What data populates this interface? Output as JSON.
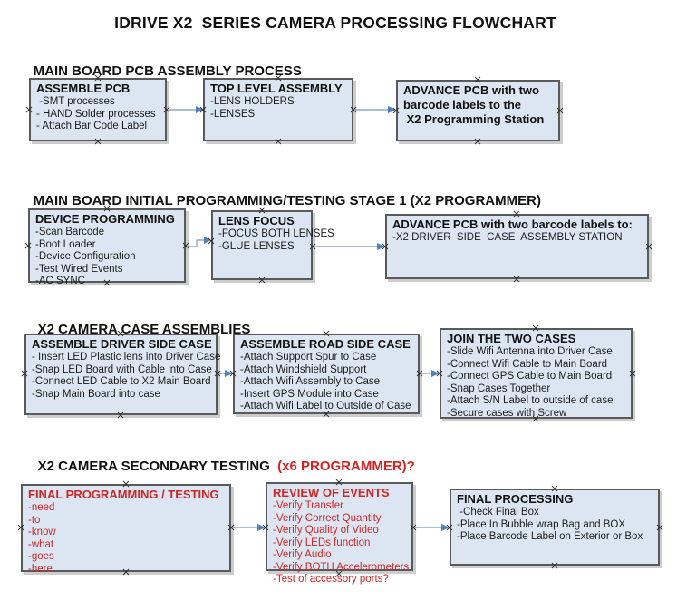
{
  "title": "IDRIVE X2  SERIES CAMERA PROCESSING FLOWCHART",
  "colors": {
    "box_fill": "#dce6f2",
    "box_border": "#5a5a5a",
    "arrow_line": "#8fa9cc",
    "arrow_head": "#4f81bd",
    "red_text": "#cf2626",
    "black_text": "#111111"
  },
  "icons": {
    "connector_handle": "x-cross",
    "arrow": "right-arrow"
  },
  "sections": [
    {
      "heading": "MAIN BOARD PCB ASSEMBLY PROCESS",
      "boxes": [
        {
          "title": "ASSEMBLE PCB",
          "items": [
            " -SMT processes",
            "- HAND Solder processes",
            "- Attach Bar Code Label"
          ]
        },
        {
          "title": "TOP LEVEL ASSEMBLY",
          "items": [
            "-LENS HOLDERS",
            "-LENSES"
          ]
        },
        {
          "title": "ADVANCE PCB with two\nbarcode labels to the\n X2 Programming Station",
          "items": []
        }
      ]
    },
    {
      "heading": "MAIN BOARD INITIAL PROGRAMMING/TESTING STAGE 1 (X2 PROGRAMMER)",
      "boxes": [
        {
          "title": "DEVICE PROGRAMMING",
          "items": [
            "-Scan Barcode",
            "-Boot Loader",
            "-Device Configuration",
            "-Test Wired Events",
            "-AC SYNC"
          ]
        },
        {
          "title": "LENS FOCUS",
          "items": [
            "-FOCUS BOTH LENSES",
            "-GLUE LENSES"
          ]
        },
        {
          "title": "ADVANCE PCB with two barcode labels to:",
          "items": [
            "-X2 DRIVER  SIDE  CASE  ASSEMBLY STATION"
          ]
        }
      ]
    },
    {
      "heading": "X2 CAMERA CASE ASSEMBLIES",
      "boxes": [
        {
          "title": "ASSEMBLE DRIVER SIDE CASE",
          "items": [
            "- Insert LED Plastic lens into Driver Case",
            "-Snap LED Board with Cable into Case",
            "-Connect LED Cable to X2 Main Board",
            "-Snap Main Board into case"
          ]
        },
        {
          "title": "ASSEMBLE ROAD SIDE CASE",
          "items": [
            "-Attach Support Spur to Case",
            "-Attach Windshield Support",
            "-Attach Wifi Assembly to Case",
            "-Insert GPS Module into Case",
            "-Attach Wifi Label to Outside of Case"
          ]
        },
        {
          "title": "JOIN THE TWO CASES",
          "items": [
            "-Slide Wifi Antenna into Driver Case",
            "-Connect Wifi Cable to Main Board",
            "-Connect GPS Cable to Main Board",
            "-Snap Cases Together",
            "-Attach S/N Label to outside of case",
            "-Secure cases with Screw"
          ]
        }
      ]
    },
    {
      "heading": "X2 CAMERA SECONDARY TESTING",
      "heading_red": "  (x6 PROGRAMMER)?",
      "boxes": [
        {
          "title": "FINAL PROGRAMMING / TESTING",
          "items": [
            "-need",
            "-to",
            "-know",
            "-what",
            "-goes",
            "-here"
          ]
        },
        {
          "title": "REVIEW OF EVENTS",
          "items": [
            "-Verify Transfer",
            "-Verify Correct Quantity",
            "-Verify Quality of Video",
            "-Verify LEDs function",
            "-Verify Audio",
            "-Verify BOTH Accelerometers",
            "-Test of accessory ports?"
          ]
        },
        {
          "title": "FINAL PROCESSING",
          "items": [
            " -Check Final Box",
            "-Place In Bubble wrap Bag and BOX",
            "-Place Barcode Label on Exterior or Box"
          ]
        }
      ]
    }
  ]
}
